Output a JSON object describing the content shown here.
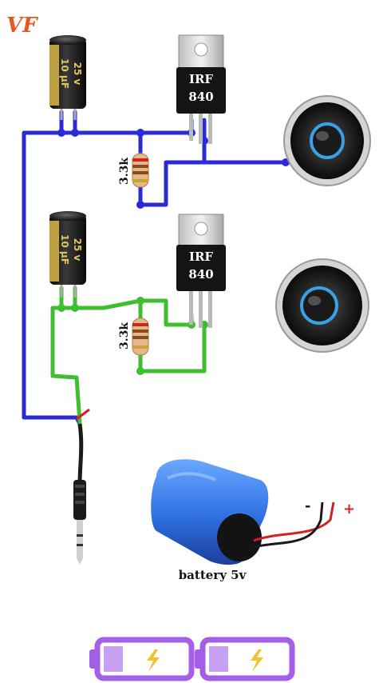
{
  "logo_text": "VF",
  "colors": {
    "wire_blue": "#2a2ad6",
    "wire_green": "#3fbf2f",
    "battery_body": "#2f6fe0",
    "cap_body": "#1d1d1d",
    "cap_stripe": "#d9b84a",
    "speaker_cone": "#2a2a2a",
    "speaker_ring": "#3ba0e6",
    "charge_purple": "#a45ee8",
    "plus_red": "#e02020"
  },
  "circuit_top": {
    "capacitor": {
      "voltage": "25 v",
      "capacitance": "10 µF",
      "side_text": "25 v"
    },
    "mosfet": {
      "line1": "IRF",
      "line2": "840"
    },
    "resistor_label": "3.3k",
    "speaker_icon": "speaker-icon"
  },
  "circuit_bottom": {
    "capacitor": {
      "voltage": "25 v",
      "capacitance": "10 µF",
      "side_text": "25 v"
    },
    "mosfet": {
      "line1": "IRF",
      "line2": "840"
    },
    "resistor_label": "3.3k",
    "speaker_icon": "speaker-icon"
  },
  "audio_jack_icon": "audio-jack-icon",
  "battery": {
    "label": "battery 5v",
    "minus": "-",
    "plus": "+"
  },
  "charging_icons": [
    "battery-charging-icon",
    "battery-charging-icon"
  ]
}
